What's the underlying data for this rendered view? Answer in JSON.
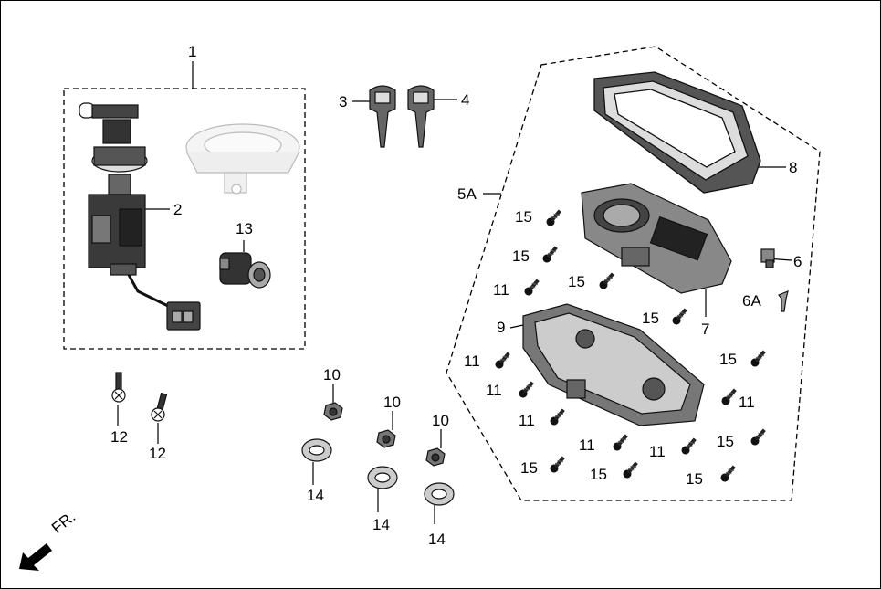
{
  "callouts": {
    "c1": "1",
    "c2": "2",
    "c3": "3",
    "c4": "4",
    "c5a": "5A",
    "c6": "6",
    "c6a": "6A",
    "c7": "7",
    "c8": "8",
    "c9": "9",
    "c10a": "10",
    "c10b": "10",
    "c10c": "10",
    "c11a": "11",
    "c11b": "11",
    "c11c": "11",
    "c11d": "11",
    "c11e": "11",
    "c11f": "11",
    "c11g": "11",
    "c12a": "12",
    "c12b": "12",
    "c13": "13",
    "c14a": "14",
    "c14b": "14",
    "c14c": "14",
    "c15a": "15",
    "c15b": "15",
    "c15c": "15",
    "c15d": "15",
    "c15e": "15",
    "c15f": "15",
    "c15g": "15",
    "c15h": "15"
  },
  "direction": {
    "label": "FR."
  }
}
